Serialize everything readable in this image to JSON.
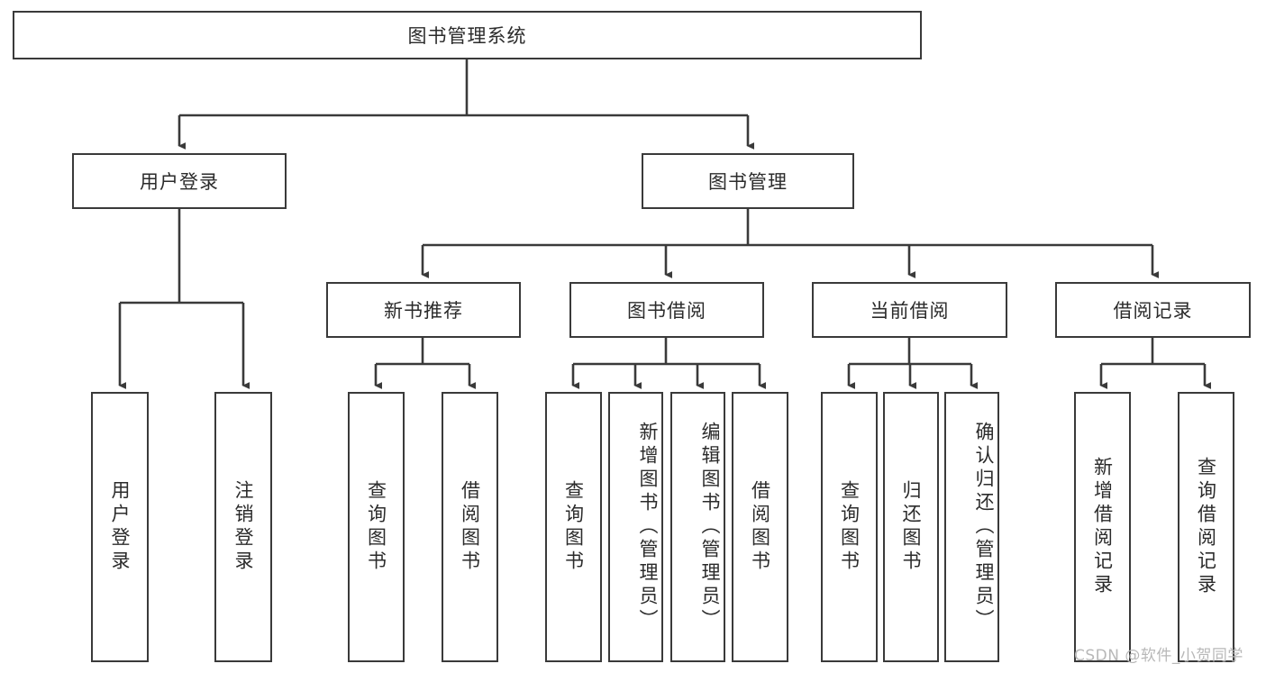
{
  "diagram": {
    "title": "图书管理系统",
    "type": "tree-hierarchy-diagram",
    "colors": {
      "node_border": "#3a3a3a",
      "node_fill": "#ffffff",
      "edge": "#3a3a3a",
      "text": "#2b2b2b",
      "watermark": "#b8b8b8",
      "background": "#ffffff"
    },
    "nodes": {
      "root": {
        "label": "图书管理系统"
      },
      "level2": [
        {
          "id": "user-login",
          "label": "用户登录"
        },
        {
          "id": "book-management",
          "label": "图书管理"
        }
      ],
      "level3": [
        {
          "id": "new-book-recommend",
          "label": "新书推荐"
        },
        {
          "id": "book-borrow",
          "label": "图书借阅"
        },
        {
          "id": "current-borrow",
          "label": "当前借阅"
        },
        {
          "id": "borrow-record",
          "label": "借阅记录"
        }
      ],
      "leaves": {
        "user-login": [
          {
            "id": "leaf-user-login",
            "label": "用户登录"
          },
          {
            "id": "leaf-user-logout",
            "label": "注销登录"
          }
        ],
        "new-book-recommend": [
          {
            "id": "leaf-query-book-1",
            "label": "查询图书"
          },
          {
            "id": "leaf-borrow-book-1",
            "label": "借阅图书"
          }
        ],
        "book-borrow": [
          {
            "id": "leaf-query-book-2",
            "label": "查询图书"
          },
          {
            "id": "leaf-add-book-admin",
            "label": "新增图书（管理员）"
          },
          {
            "id": "leaf-edit-book-admin",
            "label": "编辑图书（管理员）"
          },
          {
            "id": "leaf-borrow-book-2",
            "label": "借阅图书"
          }
        ],
        "current-borrow": [
          {
            "id": "leaf-query-book-3",
            "label": "查询图书"
          },
          {
            "id": "leaf-return-book",
            "label": "归还图书"
          },
          {
            "id": "leaf-confirm-return-admin",
            "label": "确认归还（管理员）"
          }
        ],
        "borrow-record": [
          {
            "id": "leaf-add-borrow-record",
            "label": "新增借阅记录"
          },
          {
            "id": "leaf-query-borrow-record",
            "label": "查询借阅记录"
          }
        ]
      }
    },
    "watermark": "CSDN @软件_小贺同学"
  }
}
